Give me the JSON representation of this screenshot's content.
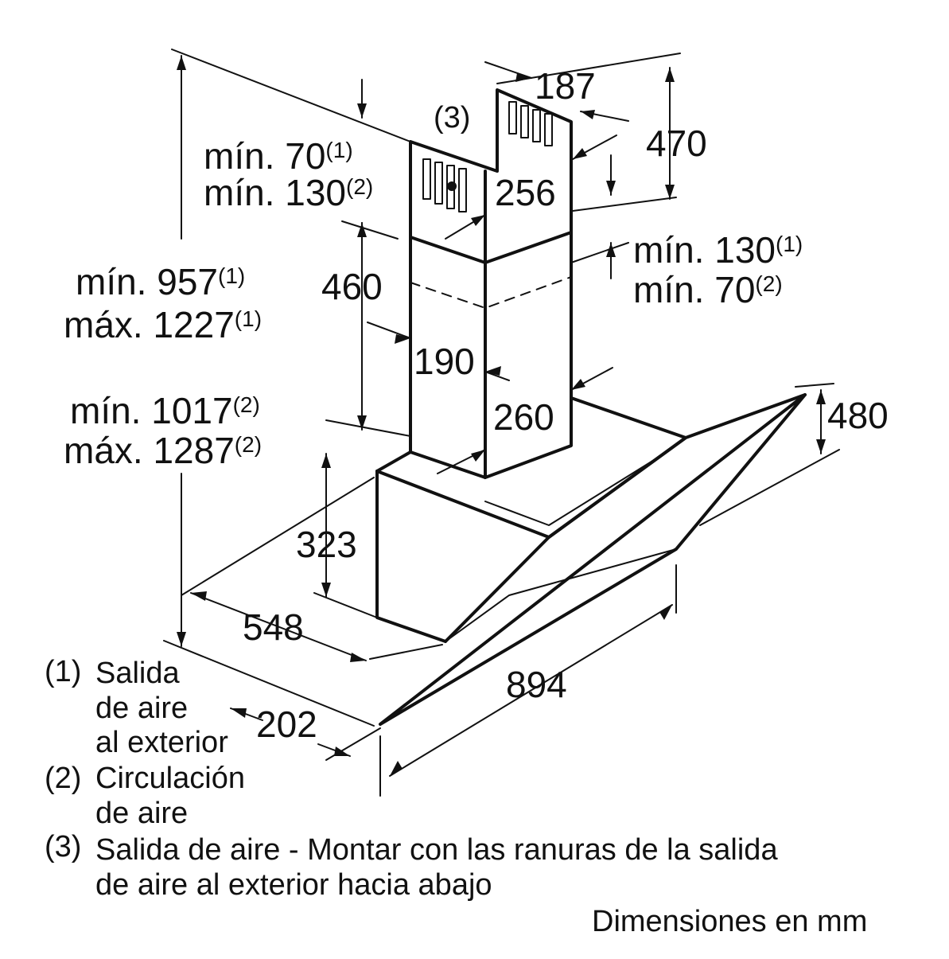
{
  "labels": {
    "dim_187": "187",
    "dim_470": "470",
    "dim_256": "256",
    "dim_460": "460",
    "dim_190": "190",
    "dim_260": "260",
    "dim_480": "480",
    "dim_323": "323",
    "dim_548": "548",
    "dim_894": "894",
    "dim_202": "202",
    "note_3": "(3)",
    "min70_top": "mín. 70",
    "min130_top": "mín. 130",
    "min130_right": "mín. 130",
    "min70_right": "mín. 70",
    "min957": "mín. 957",
    "max1227": "máx. 1227",
    "min1017": "mín. 1017",
    "max1287": "máx. 1287",
    "sup_1": "(1)",
    "sup_2": "(2)"
  },
  "legend": {
    "item1_marker": "(1)",
    "item1_lines": [
      "Salida",
      "de aire",
      "al exterior"
    ],
    "item2_marker": "(2)",
    "item2_lines": [
      "Circulación",
      "de aire"
    ],
    "item3_marker": "(3)",
    "item3_lines": [
      "Salida de aire - Montar con las ranuras de la salida",
      "de aire al exterior hacia abajo"
    ]
  },
  "units_note": "Dimensiones en mm"
}
